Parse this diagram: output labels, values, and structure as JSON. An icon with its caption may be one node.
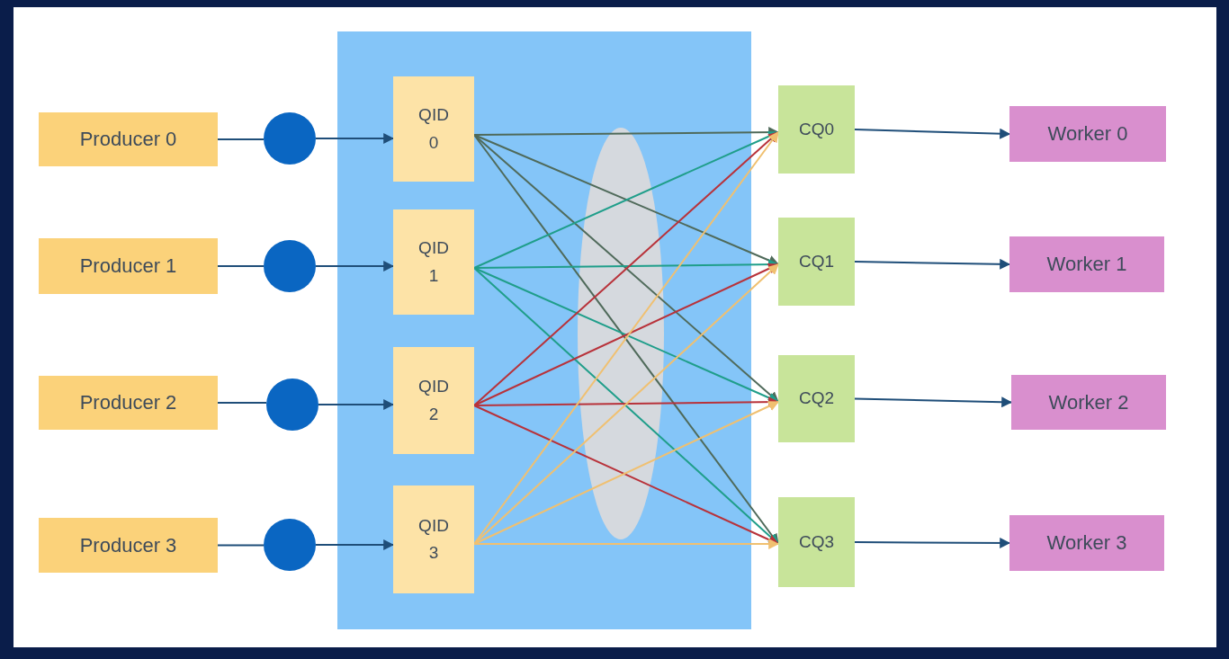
{
  "diagram": {
    "nodes": [
      {
        "text": [],
        "shape": "box"
      },
      {
        "text": [
          "Producer 0"
        ]
      },
      {
        "text": [
          "Producer 1"
        ]
      },
      {
        "text": [
          "Producer 2"
        ]
      },
      {
        "text": [
          "Producer 3"
        ]
      },
      {
        "text": [],
        "shape": "circle"
      },
      {
        "text": [],
        "shape": "circle"
      },
      {
        "text": [],
        "shape": "circle"
      },
      {
        "text": [],
        "shape": "circle"
      },
      {
        "text": [
          "QID 0"
        ],
        "in": 0
      },
      {
        "text": [
          "QID 1"
        ],
        "in": 0
      },
      {
        "text": [
          "QID 2"
        ],
        "in": 0
      },
      {
        "text": [
          "QID 3"
        ],
        "in": 0
      },
      {
        "text": [
          "CQ0"
        ]
      },
      {
        "text": [
          "CQ1"
        ]
      },
      {
        "text": [
          "CQ2"
        ]
      },
      {
        "text": [
          "CQ3"
        ]
      },
      {
        "text": [
          "Worker 0"
        ]
      },
      {
        "text": [
          "Worker 1"
        ]
      },
      {
        "text": [
          "Worker 2"
        ]
      },
      {
        "text": [
          "Worker 3"
        ]
      }
    ],
    "edges": [
      {
        "from": 1,
        "to": 5,
        "arrow": "none",
        "color": "#1f4e79"
      },
      {
        "from": 2,
        "to": 6,
        "arrow": "none",
        "color": "#1f4e79"
      },
      {
        "from": 3,
        "to": 7,
        "arrow": "none",
        "color": "#1f4e79"
      },
      {
        "from": 4,
        "to": 8,
        "arrow": "none",
        "color": "#1f4e79"
      },
      {
        "from": 5,
        "to": 9,
        "arrow": "to",
        "color": "#1f4e79"
      },
      {
        "from": 6,
        "to": 10,
        "arrow": "to",
        "color": "#1f4e79"
      },
      {
        "from": 7,
        "to": 11,
        "arrow": "to",
        "color": "#1f4e79"
      },
      {
        "from": 8,
        "to": 12,
        "arrow": "to",
        "color": "#1f4e79"
      },
      {
        "from": 9,
        "to": 13,
        "arrow": "to",
        "color": "#4f6a5a"
      },
      {
        "from": 9,
        "to": 14,
        "arrow": "to",
        "color": "#4f6a5a"
      },
      {
        "from": 9,
        "to": 15,
        "arrow": "to",
        "color": "#4f6a5a"
      },
      {
        "from": 9,
        "to": 16,
        "arrow": "to",
        "color": "#4f6a5a"
      },
      {
        "from": 10,
        "to": 13,
        "arrow": "to",
        "color": "#1f9e8a"
      },
      {
        "from": 10,
        "to": 14,
        "arrow": "to",
        "color": "#1f9e8a"
      },
      {
        "from": 10,
        "to": 15,
        "arrow": "to",
        "color": "#1f9e8a"
      },
      {
        "from": 10,
        "to": 16,
        "arrow": "to",
        "color": "#1f9e8a"
      },
      {
        "from": 11,
        "to": 13,
        "arrow": "to",
        "color": "#b8323a"
      },
      {
        "from": 11,
        "to": 14,
        "arrow": "to",
        "color": "#b8323a"
      },
      {
        "from": 11,
        "to": 15,
        "arrow": "to",
        "color": "#b8323a"
      },
      {
        "from": 11,
        "to": 16,
        "arrow": "to",
        "color": "#b8323a"
      },
      {
        "from": 12,
        "to": 13,
        "arrow": "to",
        "color": "#f0c070"
      },
      {
        "from": 12,
        "to": 14,
        "arrow": "to",
        "color": "#f0c070"
      },
      {
        "from": 12,
        "to": 15,
        "arrow": "to",
        "color": "#f0c070"
      },
      {
        "from": 12,
        "to": 16,
        "arrow": "to",
        "color": "#f0c070"
      },
      {
        "from": 13,
        "to": 17,
        "arrow": "to",
        "color": "#1f4e79"
      },
      {
        "from": 14,
        "to": 18,
        "arrow": "to",
        "color": "#1f4e79"
      },
      {
        "from": 15,
        "to": 19,
        "arrow": "to",
        "color": "#1f4e79"
      },
      {
        "from": 16,
        "to": 20,
        "arrow": "to",
        "color": "#1f4e79"
      }
    ]
  }
}
